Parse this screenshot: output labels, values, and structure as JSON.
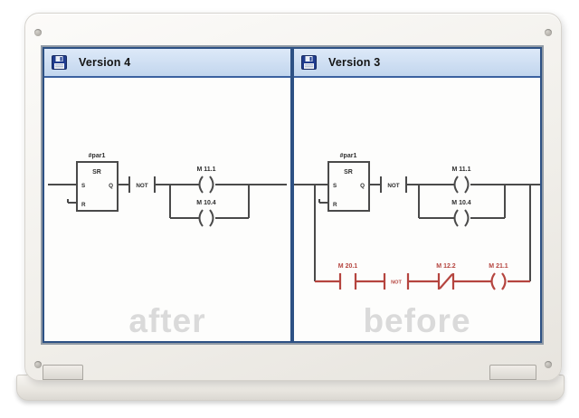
{
  "device": {
    "name": "laptop screen",
    "description": "split-view version comparison of PLC ladder logic"
  },
  "colors": {
    "panel_border": "#2d5184",
    "header_border": "#3a61a0",
    "header_bg_top": "#dde9f8",
    "header_bg_bottom": "#c2d6ee",
    "diagram_line": "#4a4a4a",
    "removed_rung_red": "#b5453f",
    "watermark_gray": "#dadada",
    "floppy_icon_blue": "#203c8e"
  },
  "panels": [
    {
      "title": "Version 4",
      "icon": "floppy-disk-icon",
      "watermark": "after",
      "diagram": {
        "block_label": "#par1",
        "block_type": "SR",
        "input_s": "S",
        "input_r": "R",
        "output_q": "Q",
        "not_label": "NOT",
        "coil_top": "M 11.1",
        "coil_bottom": "M 10.4"
      }
    },
    {
      "title": "Version 3",
      "icon": "floppy-disk-icon",
      "watermark": "before",
      "diagram": {
        "block_label": "#par1",
        "block_type": "SR",
        "input_s": "S",
        "input_r": "R",
        "output_q": "Q",
        "not_label": "NOT",
        "coil_top": "M 11.1",
        "coil_bottom": "M 10.4"
      },
      "removed_rung": {
        "contact_no": "M 20.1",
        "not_label": "NOT",
        "contact_nc": "M 12.2",
        "coil": "M 21.1"
      }
    }
  ]
}
